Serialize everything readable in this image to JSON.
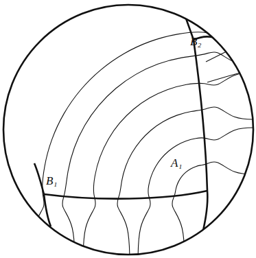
{
  "diagram": {
    "labels": [
      "B₂",
      "B₁",
      "A₁"
    ]
  }
}
